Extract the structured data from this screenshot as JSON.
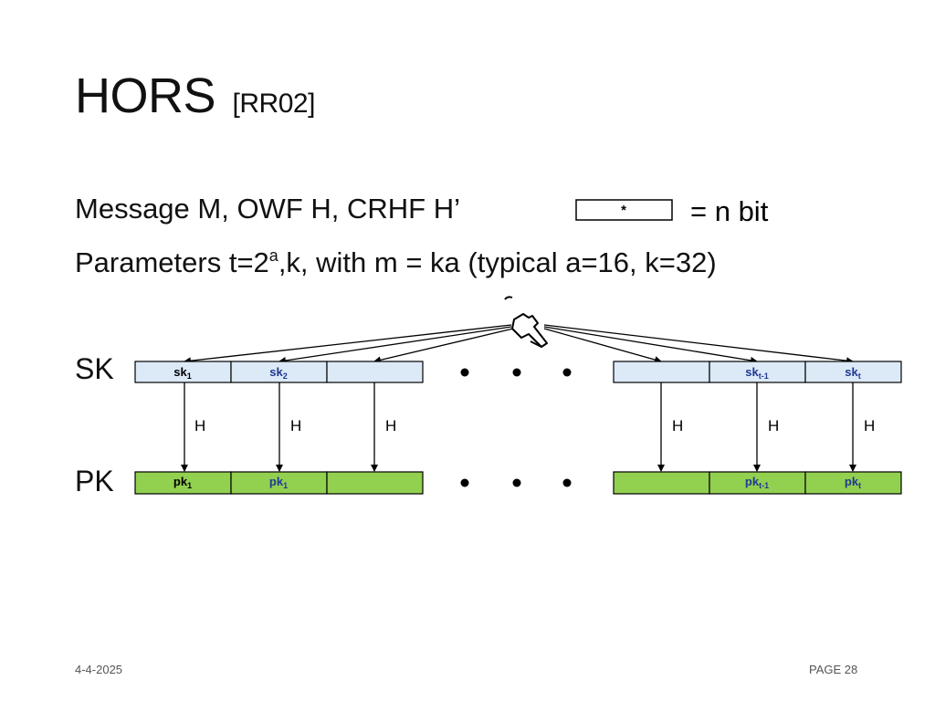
{
  "title": "HORS",
  "title_ref": "[RR02]",
  "line1": "Message M, OWF H, CRHF H’",
  "hash_box": "*",
  "hash_box_suffix": "= n bit",
  "line2": {
    "before_sup": "Parameters t=2",
    "sup": "a",
    "after_sup": ",k, with m = ka (typical a=16, k=32)"
  },
  "row_labels": {
    "sk": "SK",
    "pk": "PK"
  },
  "sk_cells": [
    {
      "main": "sk",
      "sub": "1",
      "color": "#000000"
    },
    {
      "main": "sk",
      "sub": "2",
      "color": "#1f3a93"
    },
    {
      "main": "",
      "sub": "",
      "color": "#000000"
    },
    {
      "main": "",
      "sub": "",
      "color": "#000000"
    },
    {
      "main": "sk",
      "sub": "t-1",
      "color": "#1f3a93"
    },
    {
      "main": "sk",
      "sub": "t",
      "color": "#1f3a93"
    }
  ],
  "pk_cells": [
    {
      "main": "pk",
      "sub": "1",
      "color": "#000000"
    },
    {
      "main": "pk",
      "sub": "1",
      "color": "#1f3a93"
    },
    {
      "main": "",
      "sub": "",
      "color": "#000000"
    },
    {
      "main": "",
      "sub": "",
      "color": "#000000"
    },
    {
      "main": "pk",
      "sub": "t-1",
      "color": "#1f3a93"
    },
    {
      "main": "pk",
      "sub": "t",
      "color": "#1f3a93"
    }
  ],
  "hash_labels": [
    "H",
    "H",
    "H",
    "H",
    "H",
    "H"
  ],
  "colors": {
    "sk_fill": "#dce9f7",
    "pk_fill": "#92d050",
    "stroke": "#000000"
  },
  "footer": {
    "date": "4-4-2025",
    "page": "PAGE 28"
  }
}
